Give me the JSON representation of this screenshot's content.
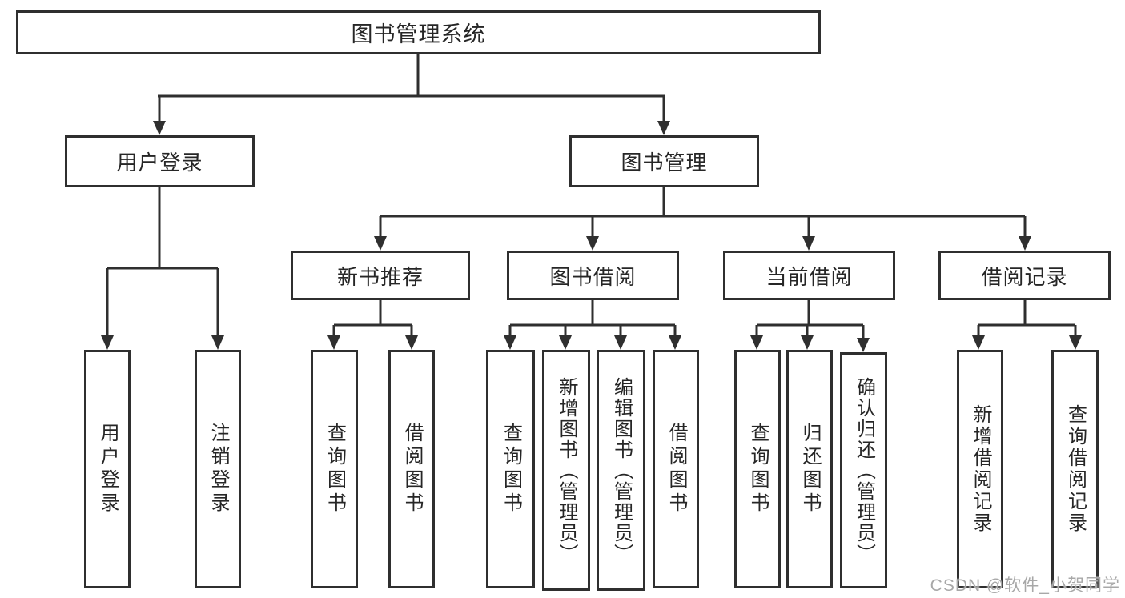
{
  "diagram_title": "图书管理系统",
  "colors": {
    "line": "#2f2f2f",
    "box_border": "#2f2f2f",
    "text": "#262626",
    "background": "#ffffff",
    "watermark": "#a8a8a8"
  },
  "tree": {
    "root": {
      "label": "图书管理系统"
    },
    "branches": [
      {
        "label": "用户登录",
        "children": [
          {
            "label": "用户登录"
          },
          {
            "label": "注销登录"
          }
        ]
      },
      {
        "label": "图书管理",
        "children": [
          {
            "label": "新书推荐",
            "children": [
              {
                "label": "查询图书"
              },
              {
                "label": "借阅图书"
              }
            ]
          },
          {
            "label": "图书借阅",
            "children": [
              {
                "label": "查询图书"
              },
              {
                "label": "新增图书（管理员）"
              },
              {
                "label": "编辑图书（管理员）"
              },
              {
                "label": "借阅图书"
              }
            ]
          },
          {
            "label": "当前借阅",
            "children": [
              {
                "label": "查询图书"
              },
              {
                "label": "归还图书"
              },
              {
                "label": "确认归还（管理员）"
              }
            ]
          },
          {
            "label": "借阅记录",
            "children": [
              {
                "label": "新增借阅记录"
              },
              {
                "label": "查询借阅记录"
              }
            ]
          }
        ]
      }
    ]
  },
  "watermark": "CSDN @软件_小贺同学"
}
